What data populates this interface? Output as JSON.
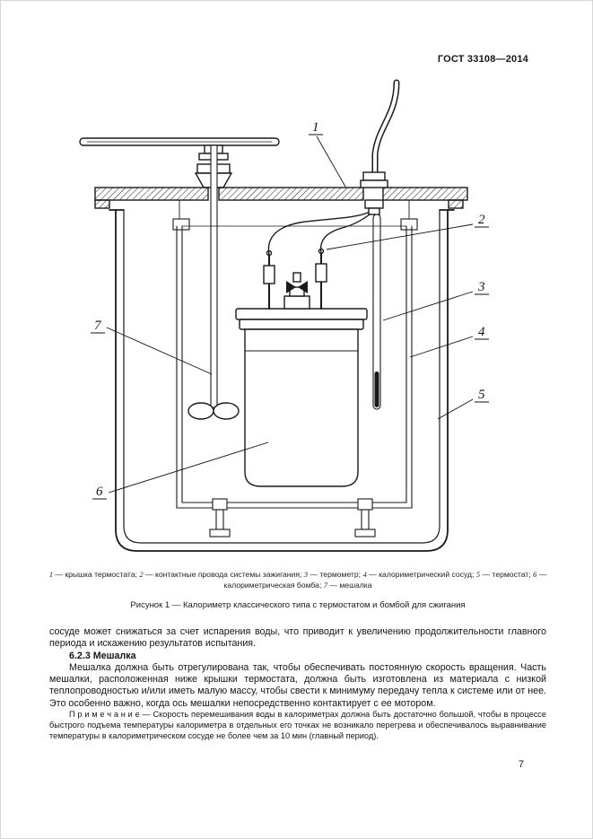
{
  "header": {
    "doc_number": "ГОСТ 33108—2014"
  },
  "figure": {
    "callouts": [
      "1",
      "2",
      "3",
      "4",
      "5",
      "6",
      "7"
    ],
    "legend_items": [
      {
        "num": "1",
        "text": "крышка термостата"
      },
      {
        "num": "2",
        "text": "контактные провода системы зажигания"
      },
      {
        "num": "3",
        "text": "термометр"
      },
      {
        "num": "4",
        "text": "калориметрический сосуд"
      },
      {
        "num": "5",
        "text": "термостат"
      },
      {
        "num": "6",
        "text": "калориметрическая бомба"
      },
      {
        "num": "7",
        "text": "мешалка"
      }
    ],
    "caption": "Рисунок 1 — Калориметр классического типа с термостатом и бомбой для сжигания"
  },
  "body": {
    "para_continuation": "сосуде может снижаться за счет испарения воды, что приводит к увеличению продолжительности главного периода и искажению результатов испытания.",
    "heading_number": "6.2.3",
    "heading_title": "Мешалка",
    "para_mixer": "Мешалка должна быть отрегулирована так, чтобы обеспечивать постоянную скорость вращения. Часть мешалки, расположенная ниже крышки термостата, должна быть изготовлена из материала с низкой теплопроводностью и/или иметь малую массу, чтобы свести к минимуму передачу тепла к системе или от нее. Это особенно важно, когда ось мешалки непосредственно контактирует с ее мотором.",
    "note_label": "П р и м е ч а н и е",
    "note_text": "— Скорость перемешивания воды в калориметрах должна быть достаточно большой, чтобы в процессе быстрого подъема температуры калориметра в отдельных его точках не возникало перегрева и обеспечивалось выравнивание температуры в калориметрическом сосуде не более чем за 10 мин (главный период)."
  },
  "footer": {
    "page_number": "7"
  }
}
